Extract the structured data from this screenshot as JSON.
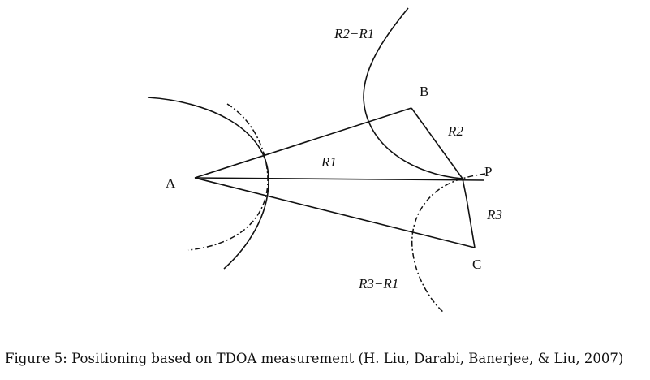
{
  "diagram": {
    "points": {
      "A": "A",
      "B": "B",
      "C": "C",
      "P": "P"
    },
    "labels": {
      "r1": "R1",
      "r2": "R2",
      "r3": "R3",
      "r2_minus_r1": "R2−R1",
      "r3_minus_r1": "R3−R1"
    }
  },
  "caption": "Figure 5: Positioning based on TDOA measurement (H. Liu, Darabi, Banerjee, & Liu, 2007)"
}
